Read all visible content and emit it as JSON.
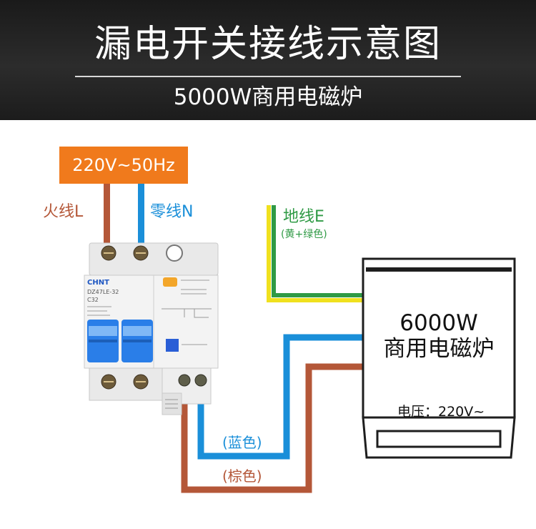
{
  "header": {
    "title": "漏电开关接线示意图",
    "subtitle": "5000W商用电磁炉"
  },
  "supply": {
    "label": "220V~50Hz"
  },
  "wires": {
    "live_label": "火线L",
    "neutral_label": "零线N",
    "earth_label": "地线E",
    "earth_note": "(黄+绿色)",
    "blue_note": "(蓝色)",
    "brown_note": "(棕色)"
  },
  "breaker": {
    "brand": "CHNT",
    "model": "DZ47LE-32",
    "rating": "C32"
  },
  "appliance": {
    "rating": "6000W",
    "name": "商用电磁炉",
    "voltage": "电压：220V~"
  },
  "colors": {
    "header_bg": "#222222",
    "supply_bg": "#f07a1c",
    "live_wire": "#b45738",
    "neutral_wire": "#1a8fd9",
    "earth_yellow": "#f0e11e",
    "earth_green": "#2f9a45",
    "breaker_blue": "#2a7ee8"
  }
}
